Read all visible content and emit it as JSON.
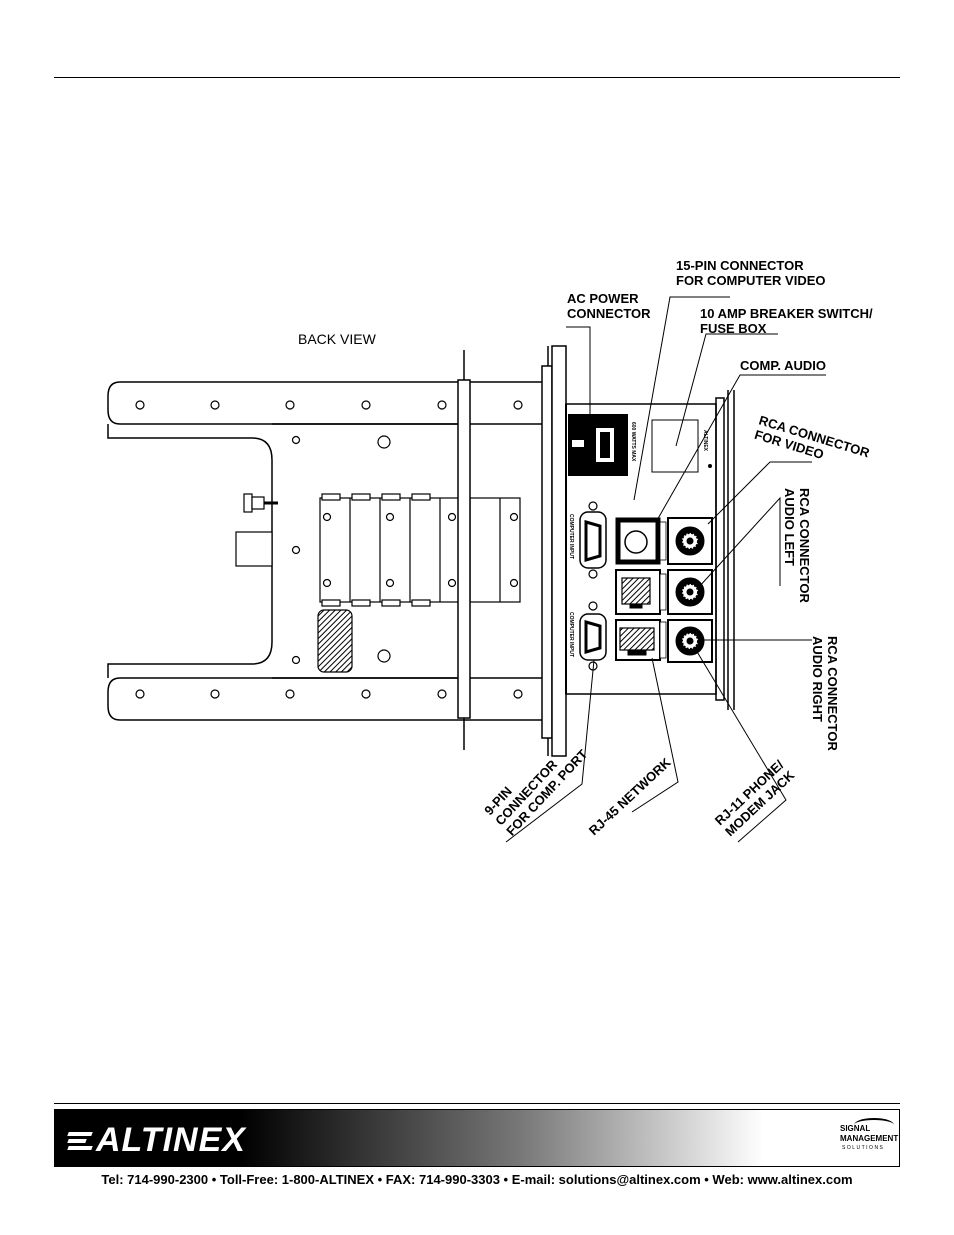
{
  "diagram": {
    "view_title": "BACK VIEW",
    "labels": {
      "pin15_line1": "15-PIN CONNECTOR",
      "pin15_line2": "FOR COMPUTER VIDEO",
      "ac_line1": "AC POWER",
      "ac_line2": "CONNECTOR",
      "breaker_line1": "10 AMP BREAKER SWITCH/",
      "breaker_line2": "FUSE BOX",
      "comp_audio": "COMP. AUDIO",
      "rca_video_line1": "RCA CONNECTOR",
      "rca_video_line2": "FOR VIDEO",
      "rca_left_line1": "RCA CONNECTOR",
      "rca_left_line2": "AUDIO LEFT",
      "rca_right_line1": "RCA CONNECTOR",
      "rca_right_line2": "AUDIO RIGHT",
      "pin9_line1": "9-PIN",
      "pin9_line2": "CONNECTOR",
      "pin9_line3": "FOR COMP. PORT",
      "rj45": "RJ-45 NETWORK",
      "rj11_line1": "RJ-11 PHONE/",
      "rj11_line2": "MODEM JACK"
    },
    "panel_text": {
      "watts": "600 WATTS MAX",
      "computer_input": "COMPUTER INPUT",
      "brand_small": "ALTINEX"
    }
  },
  "footer": {
    "brand": "ALTINEX",
    "signal_line1": "SIGNAL",
    "signal_line2": "MANAGEMENT",
    "signal_line3": "SOLUTIONS",
    "contact": "Tel: 714-990-2300 • Toll-Free: 1-800-ALTINEX • FAX: 714-990-3303 • E-mail: solutions@altinex.com • Web: www.altinex.com"
  }
}
